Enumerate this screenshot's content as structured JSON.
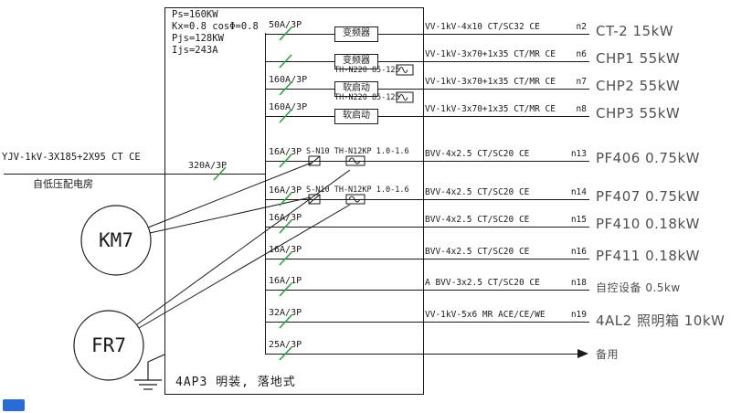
{
  "title": "4AP3 明装, 落地式",
  "params": {
    "ps": "Ps=160KW",
    "kx": "Kx=0.8 cosΦ=0.8",
    "pjs": "Pjs=128KW",
    "ijs": "Ijs=243A"
  },
  "incoming": {
    "cable": "YJV-1kV-3X185+2X95 CT CE",
    "source": "自低压配电房",
    "breaker": "320A/3P"
  },
  "components": {
    "km": "KM7",
    "fr": "FR7",
    "vfd": "变频器",
    "soft_starter": "软启动",
    "soft_relay": "TH-N220 85-125",
    "starter_combo": "S-N10 TH-N12KP 1.0-1.6"
  },
  "rows": [
    {
      "breaker": "50A/3P",
      "cable": "VV-1kV-4x10 CT/SC32 CE",
      "num": "n2",
      "load": "CT-2 15kW"
    },
    {
      "breaker": "",
      "cable": "VV-1kV-3x70+1x35 CT/MR CE",
      "num": "n6",
      "load": "CHP1 55kW"
    },
    {
      "breaker": "160A/3P",
      "cable": "VV-1kV-3x70+1x35 CT/MR CE",
      "num": "n7",
      "load": "CHP2 55kW"
    },
    {
      "breaker": "160A/3P",
      "cable": "VV-1kV-3x70+1x35 CT/MR CE",
      "num": "n8",
      "load": "CHP3 55kW"
    },
    {
      "breaker": "16A/3P",
      "cable": "BVV-4x2.5 CT/SC20 CE",
      "num": "n13",
      "load": "PF406 0.75kW"
    },
    {
      "breaker": "16A/3P",
      "cable": "BVV-4x2.5 CT/SC20 CE",
      "num": "n14",
      "load": "PF407 0.75kW"
    },
    {
      "breaker": "16A/3P",
      "cable": "BVV-4x2.5 CT/SC20 CE",
      "num": "n15",
      "load": "PF410 0.18kW"
    },
    {
      "breaker": "16A/3P",
      "cable": "BVV-4x2.5 CT/SC20 CE",
      "num": "n16",
      "load": "PF411 0.18kW"
    },
    {
      "breaker": "16A/1P",
      "cable": "A   BVV-3x2.5 CT/SC20 CE",
      "num": "n18",
      "load": "自控设备 0.5kw"
    },
    {
      "breaker": "32A/3P",
      "cable": "VV-1kV-5x6 MR ACE/CE/WE",
      "num": "n19",
      "load": "4AL2 照明箱 10kW"
    },
    {
      "breaker": "25A/3P",
      "cable": "",
      "num": "",
      "load": "备用"
    }
  ],
  "colors": {
    "line": "#1a1a1a",
    "switch_green": "#2aa33c",
    "load_label": "#4f4f4f",
    "watermark_blue": "#2b6bd4"
  }
}
